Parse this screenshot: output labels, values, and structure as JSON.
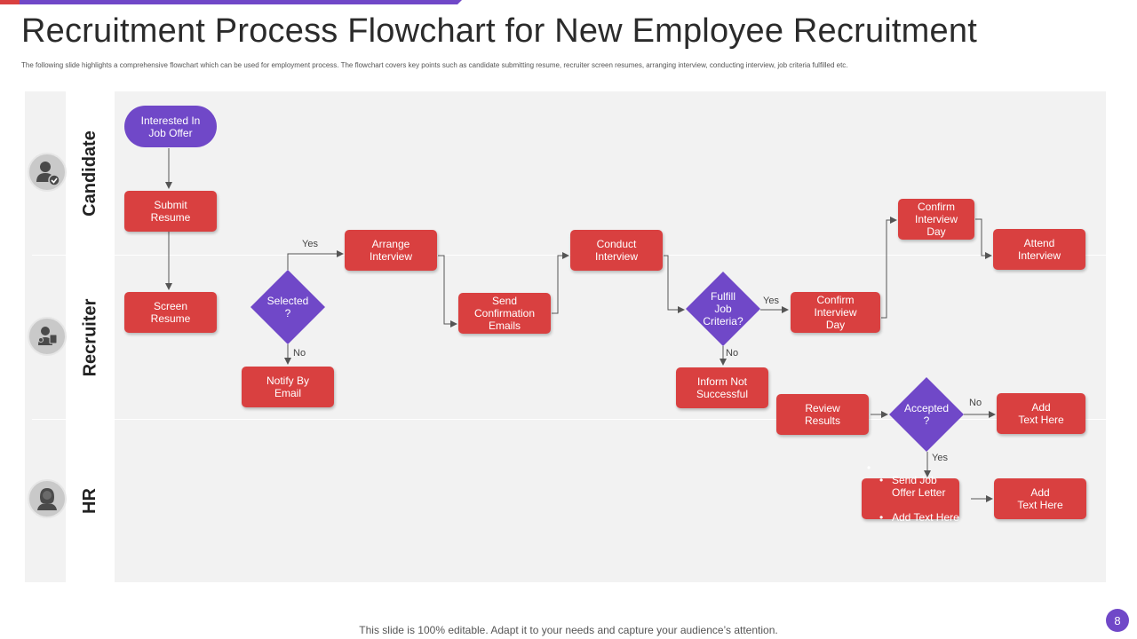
{
  "title": "Recruitment Process Flowchart for New Employee Recruitment",
  "subtitle": "The following slide highlights a comprehensive flowchart which can be used for employment process. The flowchart covers key points such as candidate submitting resume, recruiter screen resumes, arranging interview, conducting interview, job criteria fulfilled etc.",
  "lanes": {
    "candidate": "Candidate",
    "recruiter": "Recruiter",
    "hr": "HR"
  },
  "icons": {
    "candidate": "user-check-icon",
    "recruiter": "recruiter-icon",
    "hr": "woman-user-icon"
  },
  "colors": {
    "box": "#d94040",
    "decision": "#7048c8",
    "lane_bg": "#f2f2f2"
  },
  "nodes": {
    "interested": "Interested In\nJob Offer",
    "submit_resume": "Submit\nResume",
    "screen_resume": "Screen\nResume",
    "selected": "Selected\n?",
    "notify_email": "Notify By\nEmail",
    "arrange_interview": "Arrange\nInterview",
    "send_confirmation": "Send\nConfirmation\nEmails",
    "conduct_interview": "Conduct\nInterview",
    "fulfill_criteria": "Fulfill\nJob\nCriteria?",
    "inform_not_successful": "Inform Not\nSuccessful",
    "confirm_day_recruiter": "Confirm\nInterview\nDay",
    "confirm_day_candidate": "Confirm\nInterview\nDay",
    "attend_interview": "Attend\nInterview",
    "review_results": "Review\nResults",
    "accepted": "Accepted\n?",
    "add_text_1": "Add\nText Here",
    "send_offer_bullets": [
      "Send Job\nOffer Letter",
      "Add Text Here"
    ],
    "add_text_2": "Add\nText Here"
  },
  "edge_labels": {
    "selected_yes": "Yes",
    "selected_no": "No",
    "fulfill_yes": "Yes",
    "fulfill_no": "No",
    "accepted_no": "No",
    "accepted_yes": "Yes"
  },
  "footer": "This slide is 100% editable. Adapt it to your needs and capture your audience’s attention.",
  "page_number": "8"
}
